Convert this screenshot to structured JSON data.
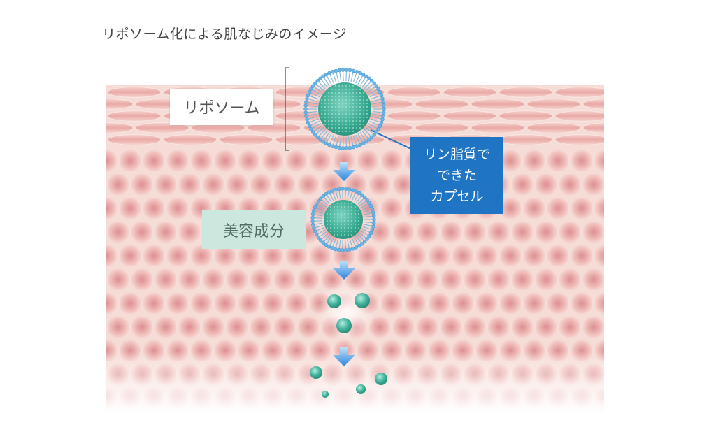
{
  "title": "リポソーム化による肌なじみのイメージ",
  "labels": {
    "liposome": "リポソーム",
    "capsule_line1": "リン脂質で",
    "capsule_line2": "できた",
    "capsule_line3": "カプセル",
    "ingredient": "美容成分"
  },
  "colors": {
    "skin_base": "#f5dcd6",
    "cell_center": "#e2a0a0",
    "cell_edge": "#f8e4e0",
    "capsule_box": "#1f74c4",
    "ingredient_box": "#cce8de",
    "particle": "#3bb39a",
    "lipid_head": "#6ab4e6",
    "arrow": "#2c8fe0"
  }
}
